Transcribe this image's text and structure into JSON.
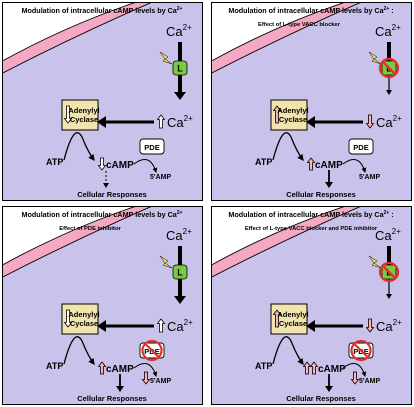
{
  "panels": [
    {
      "title": "Modulation of intracellular cAMP levels by Ca",
      "title_sup": "2+",
      "title_suffix": "",
      "subtitle": "",
      "ca_ext": "Ca",
      "ca_ext_sup": "2+",
      "channel_label": "L",
      "adenylyl_line1": "Adenylyl",
      "adenylyl_line2": "Cyclase",
      "ca_int": "Ca",
      "ca_int_sup": "2+",
      "atp": "ATP",
      "camp": "cAMP",
      "pde": "PDE",
      "five_amp": "5'AMP",
      "responses": "Cellular Responses",
      "blocker": false,
      "pde_inhibitor": false
    },
    {
      "title": "Modulation of intracellular cAMP levels by Ca",
      "title_sup": "2+",
      "title_suffix": ":",
      "subtitle": "Effect of L-type VACC blocker",
      "ca_ext": "Ca",
      "ca_ext_sup": "2+",
      "channel_label": "L",
      "adenylyl_line1": "Adenylyl",
      "adenylyl_line2": "Cyclase",
      "ca_int": "Ca",
      "ca_int_sup": "2+",
      "atp": "ATP",
      "camp": "cAMP",
      "pde": "PDE",
      "five_amp": "5'AMP",
      "responses": "Cellular Responses",
      "blocker": true,
      "pde_inhibitor": false
    },
    {
      "title": "Modulation of intracellular cAMP levels by Ca",
      "title_sup": "2+",
      "title_suffix": "",
      "subtitle": "Effect of PDE inhibitor",
      "ca_ext": "Ca",
      "ca_ext_sup": "2+",
      "channel_label": "L",
      "adenylyl_line1": "Adenylyl",
      "adenylyl_line2": "Cyclase",
      "ca_int": "Ca",
      "ca_int_sup": "2+",
      "atp": "ATP",
      "camp": "cAMP",
      "pde": "PDE",
      "five_amp": "5'AMP",
      "responses": "Cellular Responses",
      "blocker": false,
      "pde_inhibitor": true
    },
    {
      "title": "Modulation of intracellular cAMP levels by Ca",
      "title_sup": "2+",
      "title_suffix": ":",
      "subtitle": "Effect of L-type VACC blocker and PDE inhibitor",
      "ca_ext": "Ca",
      "ca_ext_sup": "2+",
      "channel_label": "L",
      "adenylyl_line1": "Adenylyl",
      "adenylyl_line2": "Cyclase",
      "ca_int": "Ca",
      "ca_int_sup": "2+",
      "atp": "ATP",
      "camp": "cAMP",
      "pde": "PDE",
      "five_amp": "5'AMP",
      "responses": "Cellular Responses",
      "blocker": true,
      "pde_inhibitor": true
    }
  ],
  "colors": {
    "cell": "#c9c2ea",
    "membrane": "#f4a8c4",
    "box": "#f2e4ae",
    "channel": "#7ac943",
    "flash": "#f6e24b",
    "prohibit": "#e0302a",
    "arrow_up_fill": "#ffffff",
    "arrow_down_fill": "#ffffff",
    "arrow_red_fill": "#f8b4b4"
  }
}
